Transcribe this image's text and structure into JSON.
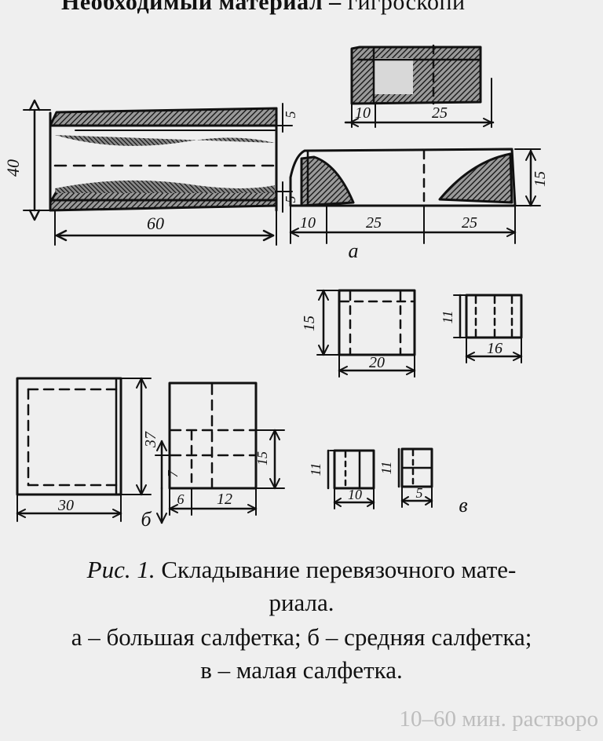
{
  "page": {
    "heading_bold": "Необходимый материал –",
    "heading_rest": " гигроскопи"
  },
  "figure": {
    "big": {
      "dim_height": "40",
      "dim_width": "60",
      "dim_top_fold": "5",
      "dim_bottom_fold": "5",
      "top_small_dims": [
        "10",
        "25"
      ],
      "right_dims": [
        "10",
        "25",
        "25"
      ],
      "right_height": "15",
      "label": "а"
    },
    "mid_small": {
      "a_height": "15",
      "a_width": "20",
      "b_height": "11",
      "b_width": "16"
    },
    "medium": {
      "left_height": "37",
      "left_width": "30",
      "right_inner_height": "7",
      "right_outer_height": "15",
      "bottom_dims": [
        "6",
        "12"
      ],
      "label": "б"
    },
    "small": {
      "a_height": "11",
      "a_width": "10",
      "b_height": "11",
      "b_width": "5",
      "label": "в"
    }
  },
  "caption": {
    "fig_label": "Рис. 1.",
    "line1_text": " Складывание перевязочного мате-",
    "line2": "риала.",
    "line3": "а – большая салфетка; б – средняя салфетка;",
    "line4": "в – малая салфетка."
  },
  "ghost_text": {
    "line": "10–60 мин. растворо"
  }
}
